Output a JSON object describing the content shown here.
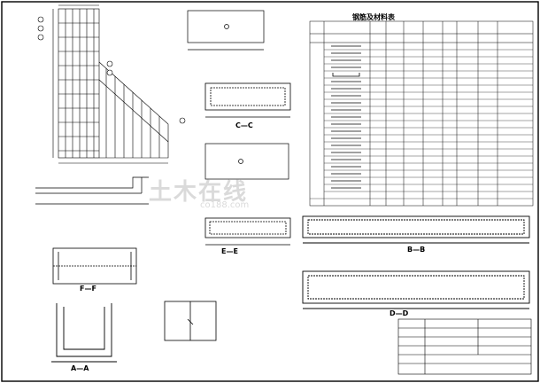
{
  "drawing": {
    "sheet_title": "",
    "watermark": "土木在线",
    "watermark_sub": "co188.com",
    "material_table": {
      "title": "钢筋及材料表",
      "header_cells": [
        "",
        "",
        "",
        "",
        "",
        "",
        "",
        "",
        ""
      ],
      "side_label": "",
      "totals_label": ""
    },
    "views": {
      "section_cc": "C—C",
      "section_ee": "E—E",
      "section_ff": "F—F",
      "section_aa": "A—A",
      "section_bb": "B—B",
      "section_dd": "D—D",
      "elevation_main": "",
      "plan_top": "",
      "plan_mid": "",
      "detail_bottom": "",
      "detail_left": ""
    },
    "notes": {
      "heading": "",
      "lines": [
        "",
        "",
        "",
        ""
      ]
    },
    "title_block": {
      "rows": [
        "",
        "",
        "",
        "",
        ""
      ],
      "drawing_name": "",
      "footer": [
        "",
        "",
        ""
      ]
    }
  }
}
